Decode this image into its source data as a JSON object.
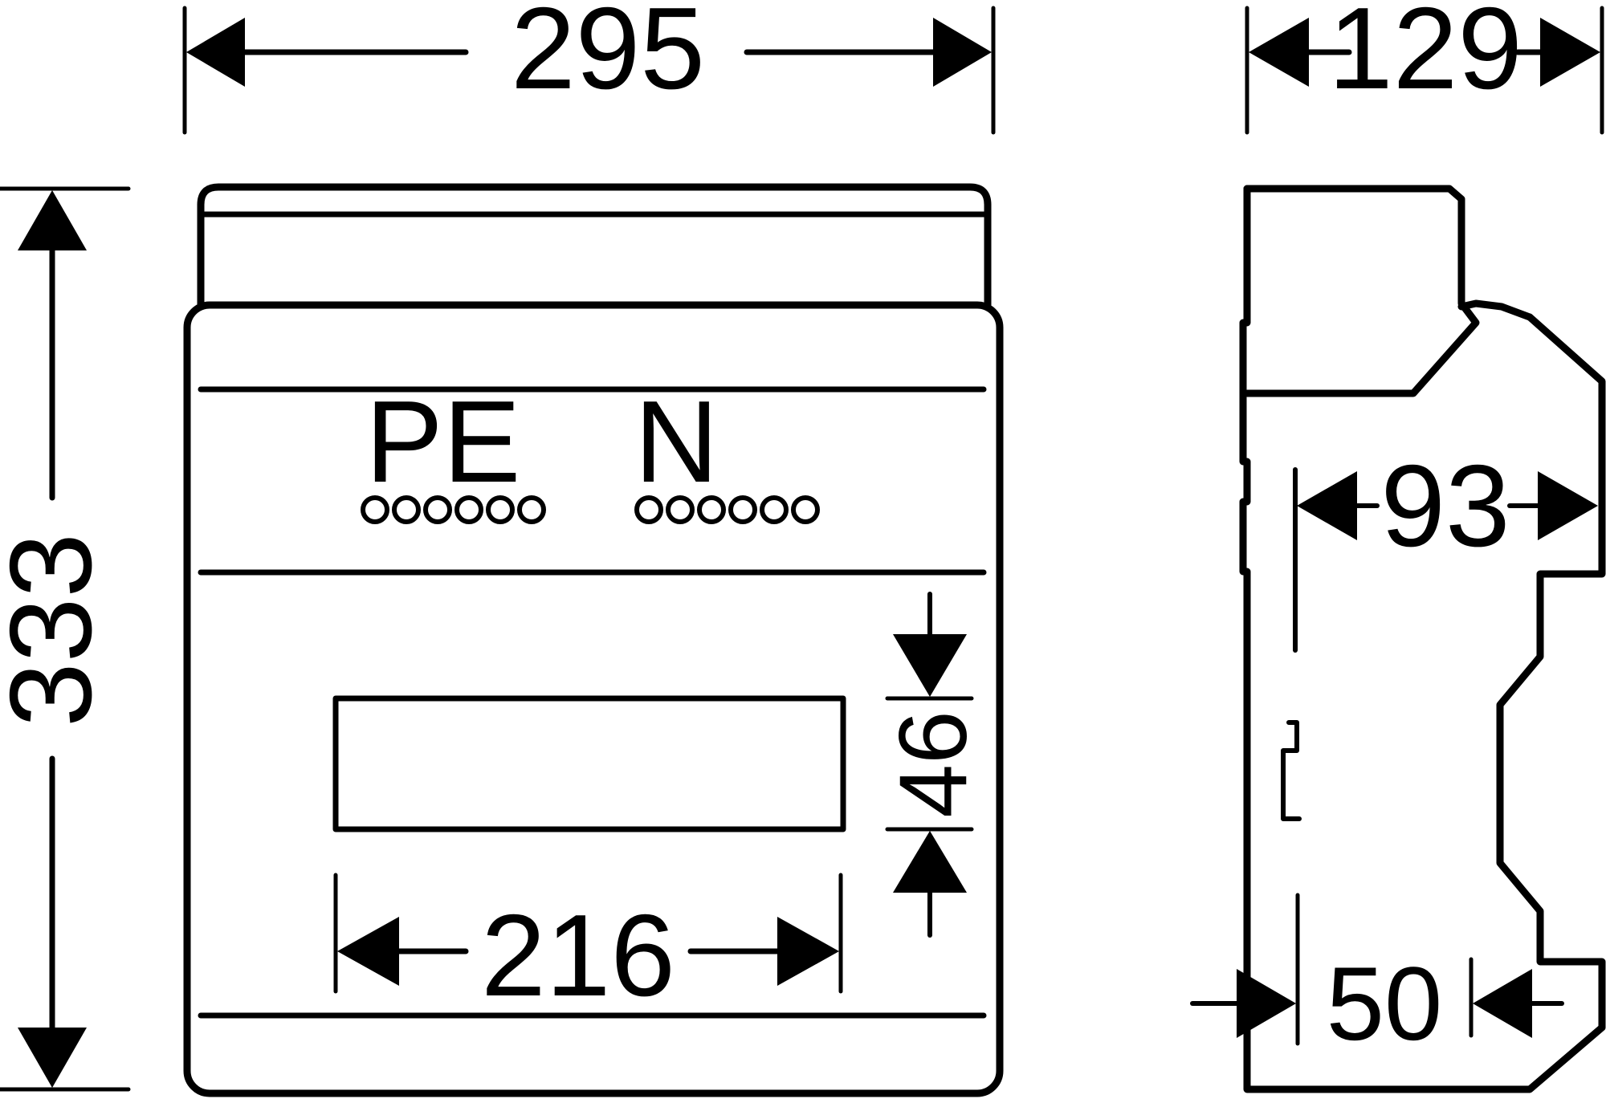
{
  "dimensions": {
    "width": "295",
    "depth": "129",
    "height": "333",
    "inner_depth": "93",
    "window_width": "216",
    "window_height": "46",
    "bottom_offset": "50"
  },
  "terminals": {
    "pe_label": "PE",
    "n_label": "N",
    "pe_count": 6,
    "n_count": 6
  },
  "colors": {
    "line": "#000000",
    "background": "#ffffff"
  }
}
